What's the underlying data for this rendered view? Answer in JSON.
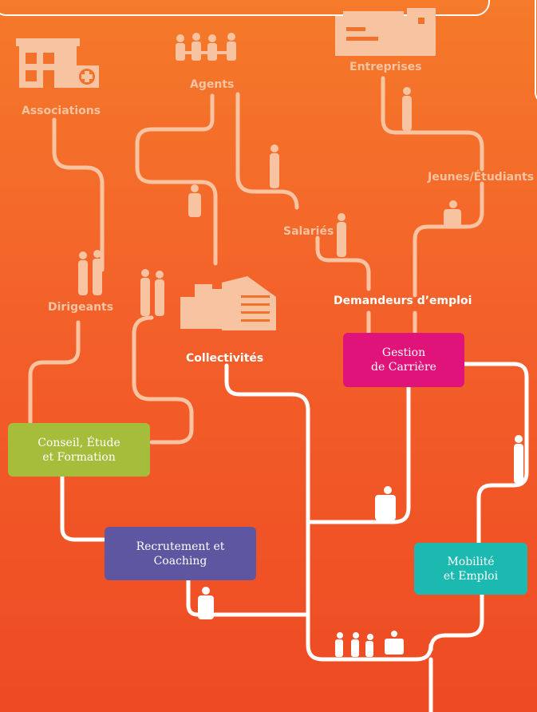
{
  "colors": {
    "background_top": "#f57a2a",
    "background_bottom": "#ee4a23",
    "line_light": "#f8c3a0",
    "line_white": "#ffffff",
    "box_conseil": "#a6bd3c",
    "box_recrutement": "#5e56a0",
    "box_gestion": "#e0137a",
    "box_mobilite": "#1cb9b0"
  },
  "labels": {
    "associations": "Associations",
    "agents": "Agents",
    "entreprises": "Entreprises",
    "jeunes": "Jeunes/Étudiants",
    "salaries": "Salariés",
    "dirigeants": "Dirigeants",
    "demandeurs": "Demandeurs d’emploi",
    "collectivites": "Collectivités"
  },
  "boxes": {
    "gestion": {
      "line1": "Gestion",
      "line2": "de Carrière"
    },
    "conseil": {
      "line1": "Conseil, Étude",
      "line2": "et Formation"
    },
    "recrutement": {
      "line1": "Recrutement et",
      "line2": "Coaching"
    },
    "mobilite": {
      "line1": "Mobilité",
      "line2": "et Emploi"
    }
  }
}
